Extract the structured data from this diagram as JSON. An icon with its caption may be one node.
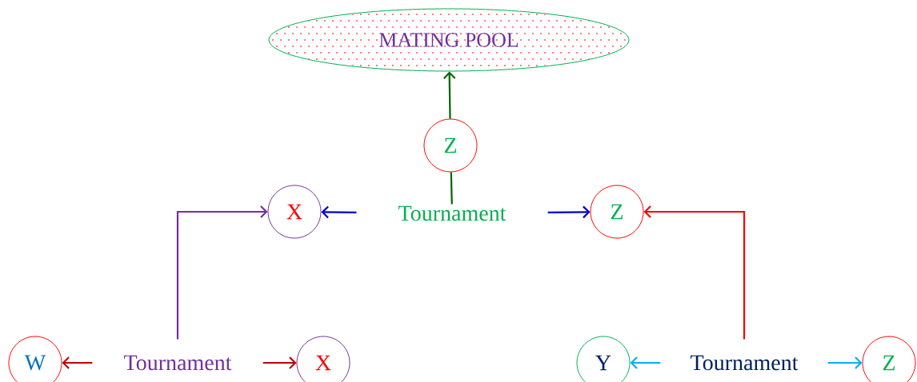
{
  "diagram": {
    "nodes": [
      {
        "text": [
          "MATING POOL"
        ]
      },
      {
        "text": [
          "Z"
        ]
      },
      {
        "text": [
          "Tournament"
        ]
      },
      {
        "text": [
          "X"
        ]
      },
      {
        "text": [
          "Z"
        ]
      },
      {
        "text": [
          "Tournament"
        ]
      },
      {
        "text": [
          "W"
        ]
      },
      {
        "text": [
          "X"
        ]
      },
      {
        "text": [
          "Tournament"
        ]
      },
      {
        "text": [
          "Y"
        ]
      },
      {
        "text": [
          "Z"
        ]
      }
    ],
    "edges": [
      {
        "from": 1,
        "to": 0,
        "arrow": "to",
        "color": "#006400"
      },
      {
        "from": 2,
        "to": 1,
        "arrow": "none",
        "color": "#006400"
      },
      {
        "from": 2,
        "to": 3,
        "arrow": "to",
        "color": "#0000c8"
      },
      {
        "from": 2,
        "to": 4,
        "arrow": "to",
        "color": "#0000c8"
      },
      {
        "from": 5,
        "to": 3,
        "arrow": "to",
        "color": "#7030a0"
      },
      {
        "from": 5,
        "to": 6,
        "arrow": "to",
        "color": "#c00000"
      },
      {
        "from": 5,
        "to": 7,
        "arrow": "to",
        "color": "#c00000"
      },
      {
        "from": 8,
        "to": 4,
        "arrow": "to",
        "color": "#ff0000"
      },
      {
        "from": 8,
        "to": 9,
        "arrow": "to",
        "color": "#00b0f0"
      },
      {
        "from": 8,
        "to": 10,
        "arrow": "to",
        "color": "#00b0f0"
      }
    ]
  }
}
